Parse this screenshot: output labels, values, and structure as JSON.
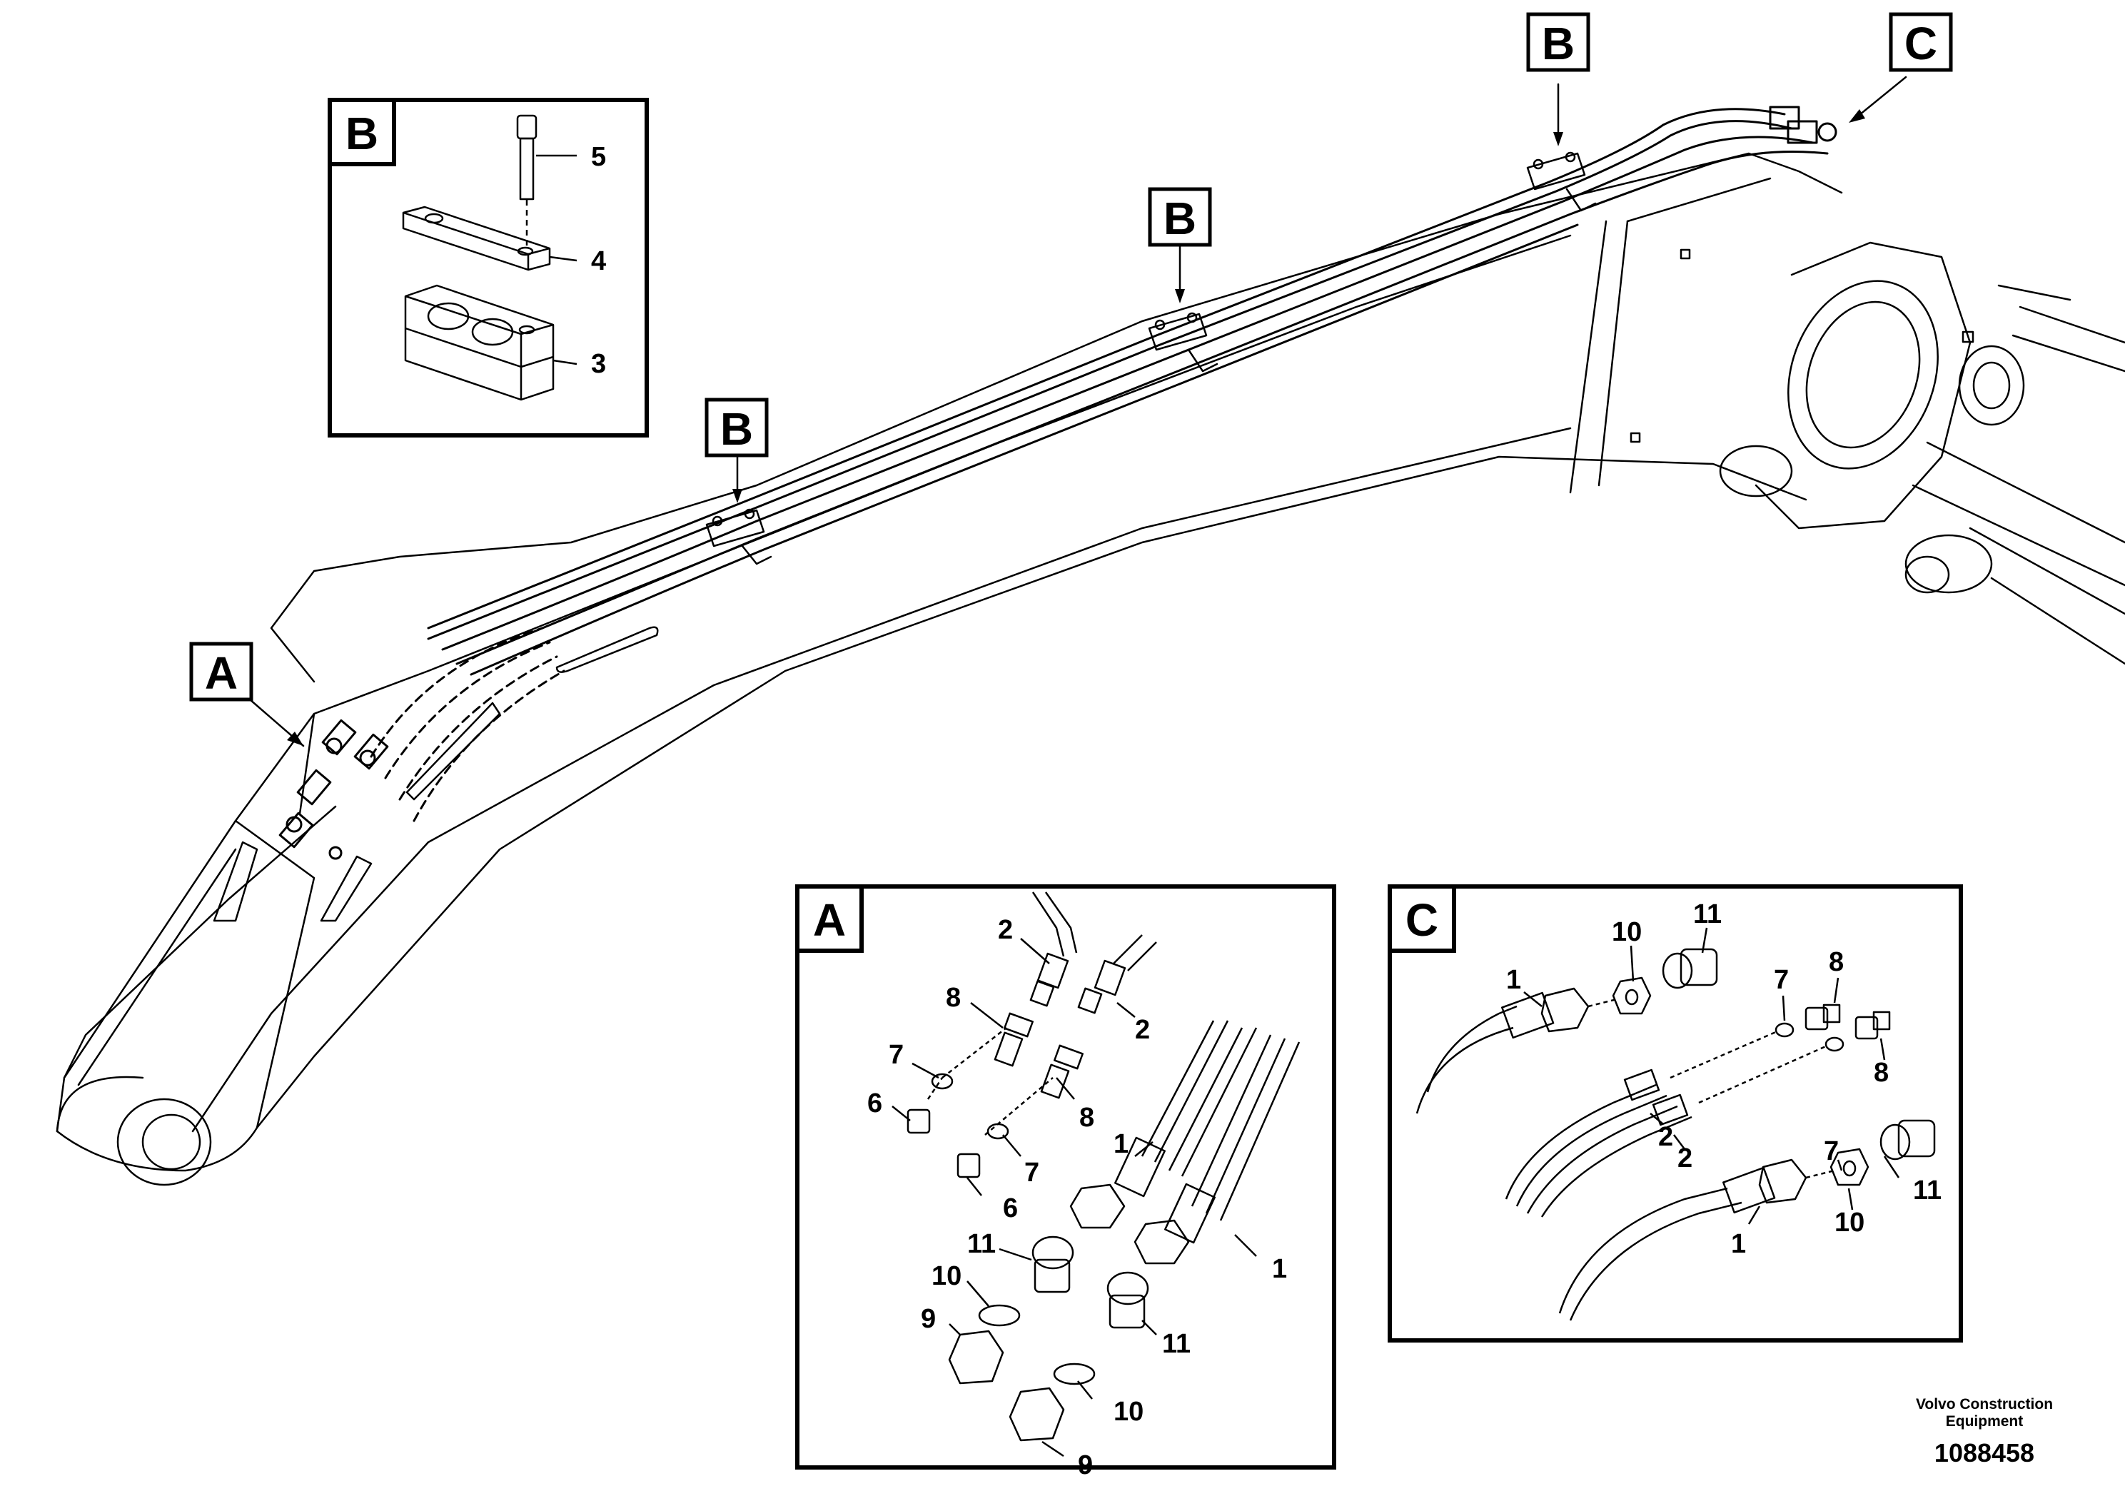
{
  "boxes": {
    "inset_b": "B",
    "inset_a": "A",
    "inset_c": "C",
    "main_a": "A",
    "main_b1": "B",
    "main_b2": "B",
    "main_b3": "B",
    "main_c": "C"
  },
  "callouts_b": [
    "5",
    "4",
    "3"
  ],
  "callouts_a": [
    "2",
    "2",
    "8",
    "8",
    "7",
    "7",
    "6",
    "6",
    "1",
    "1",
    "11",
    "11",
    "10",
    "10",
    "9",
    "9"
  ],
  "callouts_c": [
    "1",
    "1",
    "2",
    "2",
    "10",
    "10",
    "11",
    "11",
    "7",
    "7",
    "8",
    "8"
  ],
  "footer": {
    "company_line1": "Volvo Construction",
    "company_line2": "Equipment",
    "drawing_number": "1088458"
  }
}
